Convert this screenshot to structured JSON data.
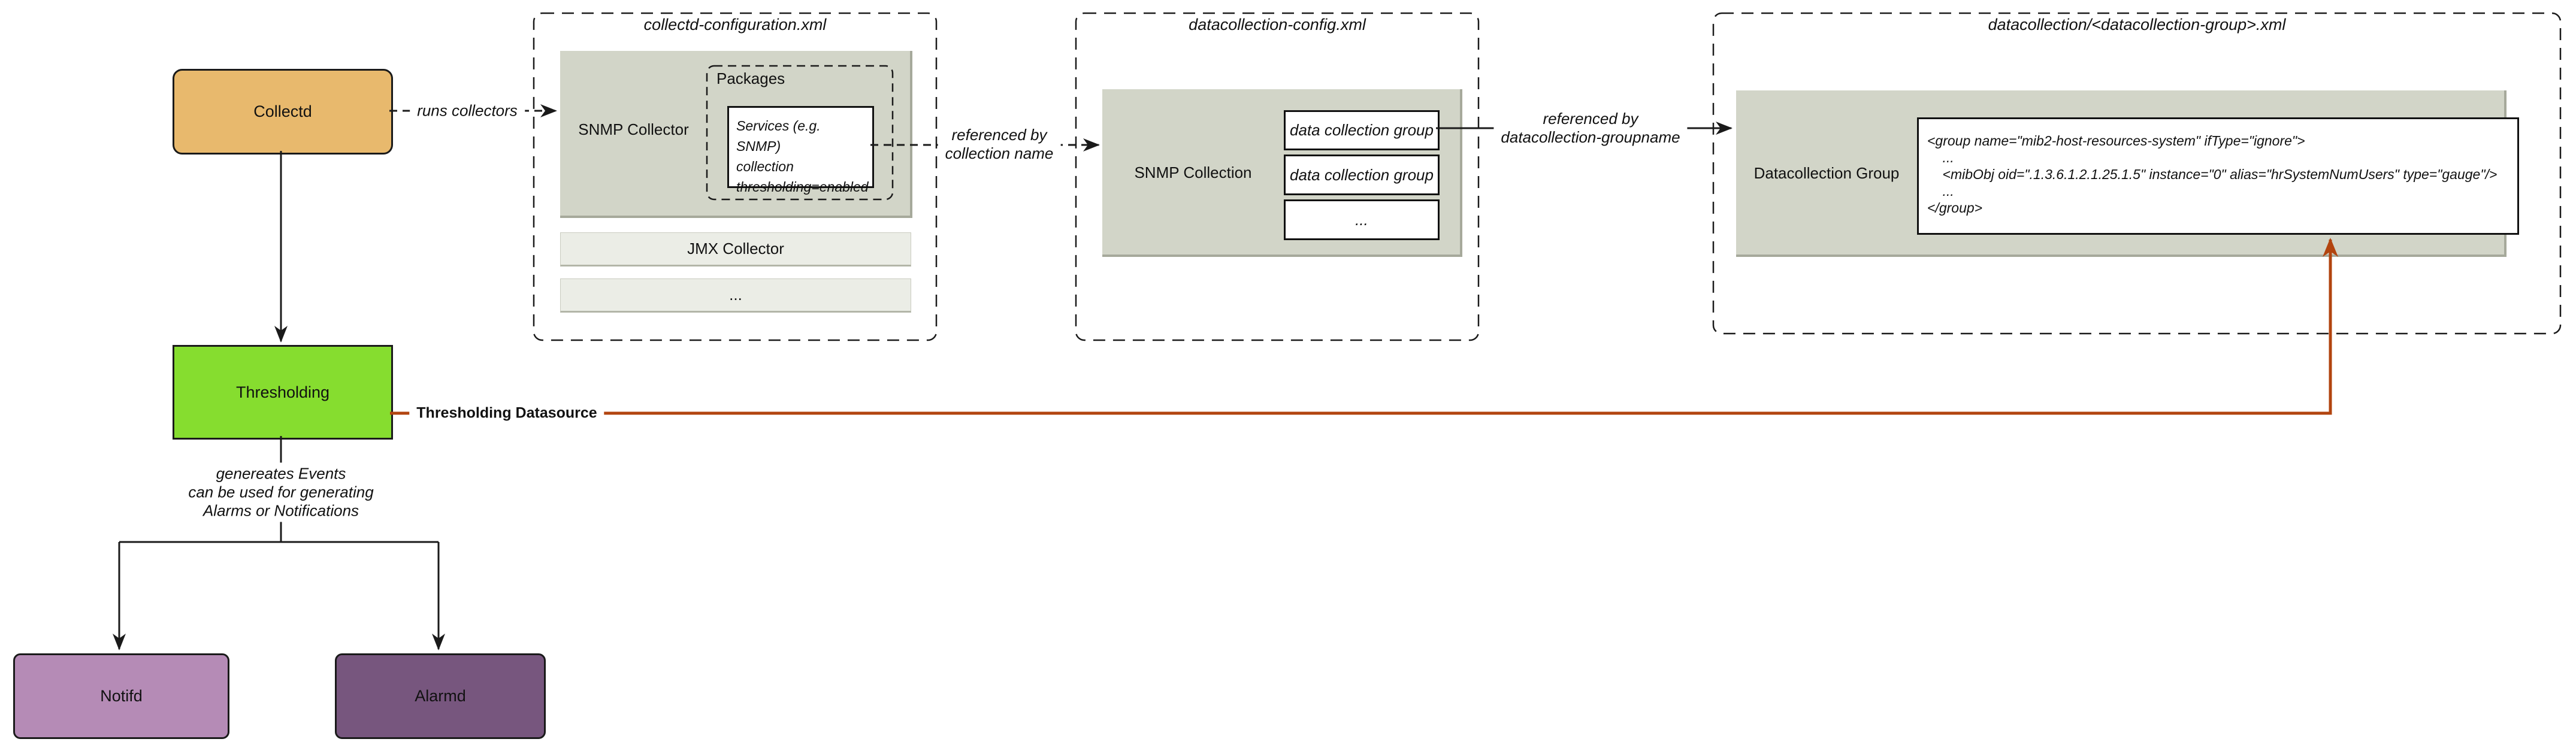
{
  "diagram": {
    "nodes": {
      "collectd": "Collectd",
      "thresholding": "Thresholding",
      "notifd": "Notifd",
      "alarmd": "Alarmd"
    },
    "collectd_configuration": {
      "title": "collectd-configuration.xml",
      "snmp_collector_label": "SNMP Collector",
      "packages_label": "Packages",
      "services_text": "Services (e.g. SNMP)\ncollection\nthresholding=enabled",
      "jmx_collector_label": "JMX Collector",
      "more_label": "..."
    },
    "datacollection_config": {
      "title": "datacollection-config.xml",
      "snmp_collection_label": "SNMP Collection",
      "groups": [
        "data collection group",
        "data collection group",
        "..."
      ]
    },
    "datacollection_group_file": {
      "title": "datacollection/<datacollection-group>.xml",
      "group_label": "Datacollection Group",
      "code_lines": [
        "<group name=\"mib2-host-resources-system\" ifType=\"ignore\">",
        "    ...",
        "    <mibObj oid=\".1.3.6.1.2.1.25.1.5\" instance=\"0\" alias=\"hrSystemNumUsers\" type=\"gauge\"/>",
        "    ...",
        "</group>"
      ]
    },
    "edges": {
      "runs_collectors": "runs collectors",
      "referenced_by_collection": "referenced by\ncollection name",
      "referenced_by_groupname": "referenced by\ndatacollection-groupname",
      "thresholding_datasource": "Thresholding Datasource",
      "generates_events": "genereates Events\ncan be used for generating\nAlarms or Notifications"
    },
    "colors": {
      "collectd_fill": "#e8b96d",
      "thresholding_fill": "#86dd2f",
      "notifd_fill": "#b58bb6",
      "alarmd_fill": "#77567e",
      "panel_fill": "#d2d5c8",
      "bar_fill": "#ebede6",
      "datasource_line": "#b2440f",
      "line_color": "#1a1a1a"
    }
  }
}
